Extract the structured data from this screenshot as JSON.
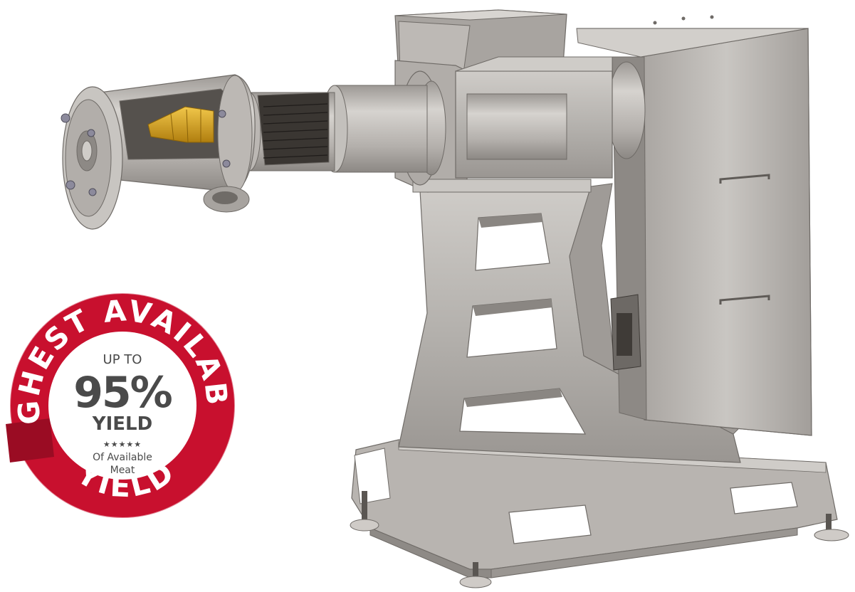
{
  "badge": {
    "arc_top": "HIGHEST AVAILABLE",
    "arc_bottom": "YIELD",
    "up_to": "UP TO",
    "percent": "95%",
    "yield": "YIELD",
    "stars": "★★★★★",
    "caption_line1": "Of Available",
    "caption_line2": "Meat"
  },
  "colors": {
    "badge_red": "#c8102e",
    "badge_dark_red": "#9a0c23",
    "badge_center": "#ffffff",
    "number_gray": "#4a4a4a",
    "machine_steel": "#b9b6b2",
    "machine_steel_dark": "#8f8b87",
    "auger_gold": "#d9a21a"
  }
}
